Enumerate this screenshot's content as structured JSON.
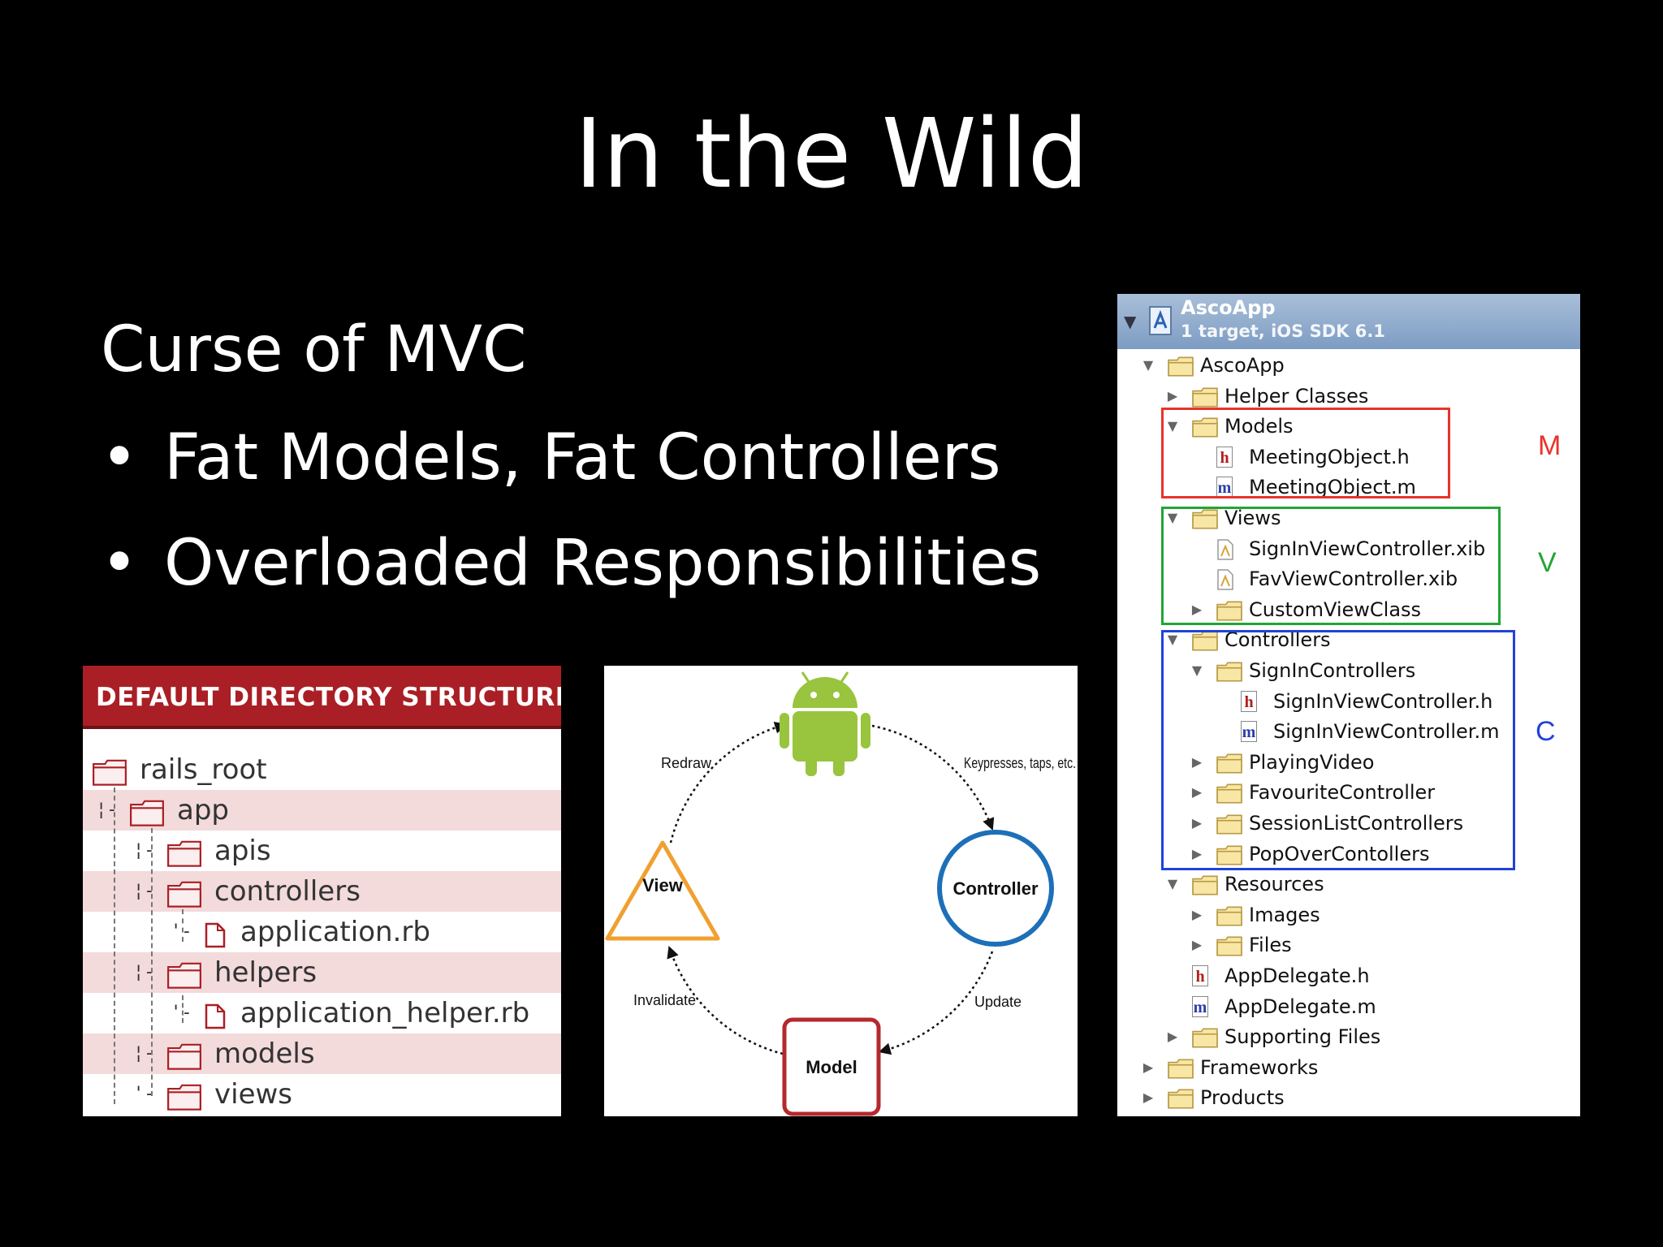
{
  "slide": {
    "title": "In the Wild",
    "heading": "Curse of MVC",
    "bullets": [
      "Fat Models, Fat Controllers",
      "Overloaded Responsibilities"
    ],
    "bullet_glyph": "•"
  },
  "rails": {
    "header": "DEFAULT DIRECTORY STRUCTURE",
    "items": [
      {
        "label": "rails_root",
        "type": "folder"
      },
      {
        "label": "app",
        "type": "folder"
      },
      {
        "label": "apis",
        "type": "folder"
      },
      {
        "label": "controllers",
        "type": "folder"
      },
      {
        "label": "application.rb",
        "type": "file"
      },
      {
        "label": "helpers",
        "type": "folder"
      },
      {
        "label": "application_helper.rb",
        "type": "file"
      },
      {
        "label": "models",
        "type": "folder"
      },
      {
        "label": "views",
        "type": "folder"
      }
    ],
    "accent": "#a91f25",
    "band_color": "#f3dadb"
  },
  "android": {
    "nodes": {
      "view": "View",
      "controller": "Controller",
      "model": "Model"
    },
    "edges": {
      "redraw": "Redraw",
      "input": "Keypresses, taps, etc.",
      "update": "Update",
      "invalidate": "Invalidate"
    },
    "colors": {
      "view": "#f0a030",
      "controller": "#1d6fb8",
      "model": "#b32a2e",
      "android": "#98c43e"
    }
  },
  "xcode": {
    "project": {
      "title": "AscoApp",
      "subtitle": "1 target, iOS SDK 6.1"
    },
    "items": [
      {
        "label": "AscoApp",
        "icon": "folder",
        "disclosure": "expanded"
      },
      {
        "label": "Helper Classes",
        "icon": "folder",
        "disclosure": "collapsed"
      },
      {
        "label": "Models",
        "icon": "folder",
        "disclosure": "expanded"
      },
      {
        "label": "MeetingObject.h",
        "icon": "h-file",
        "disclosure": "none"
      },
      {
        "label": "MeetingObject.m",
        "icon": "m-file",
        "disclosure": "none"
      },
      {
        "label": "Views",
        "icon": "folder",
        "disclosure": "expanded"
      },
      {
        "label": "SignInViewController.xib",
        "icon": "xib-file",
        "disclosure": "none"
      },
      {
        "label": "FavViewController.xib",
        "icon": "xib-file",
        "disclosure": "none"
      },
      {
        "label": "CustomViewClass",
        "icon": "folder",
        "disclosure": "collapsed"
      },
      {
        "label": "Controllers",
        "icon": "folder",
        "disclosure": "expanded"
      },
      {
        "label": "SignInControllers",
        "icon": "folder",
        "disclosure": "expanded"
      },
      {
        "label": "SignInViewController.h",
        "icon": "h-file",
        "disclosure": "none"
      },
      {
        "label": "SignInViewController.m",
        "icon": "m-file",
        "disclosure": "none"
      },
      {
        "label": "PlayingVideo",
        "icon": "folder",
        "disclosure": "collapsed"
      },
      {
        "label": "FavouriteController",
        "icon": "folder",
        "disclosure": "collapsed"
      },
      {
        "label": "SessionListControllers",
        "icon": "folder",
        "disclosure": "collapsed"
      },
      {
        "label": "PopOverContollers",
        "icon": "folder",
        "disclosure": "collapsed"
      },
      {
        "label": "Resources",
        "icon": "folder",
        "disclosure": "expanded"
      },
      {
        "label": "Images",
        "icon": "folder",
        "disclosure": "collapsed"
      },
      {
        "label": "Files",
        "icon": "folder",
        "disclosure": "collapsed"
      },
      {
        "label": "AppDelegate.h",
        "icon": "h-file",
        "disclosure": "none"
      },
      {
        "label": "AppDelegate.m",
        "icon": "m-file",
        "disclosure": "none"
      },
      {
        "label": "Supporting Files",
        "icon": "folder",
        "disclosure": "collapsed"
      },
      {
        "label": "Frameworks",
        "icon": "folder",
        "disclosure": "collapsed"
      },
      {
        "label": "Products",
        "icon": "folder",
        "disclosure": "collapsed"
      }
    ],
    "groups": [
      {
        "letter": "M",
        "color": "#e8332a"
      },
      {
        "letter": "V",
        "color": "#22a533"
      },
      {
        "letter": "C",
        "color": "#2143d8"
      }
    ]
  }
}
